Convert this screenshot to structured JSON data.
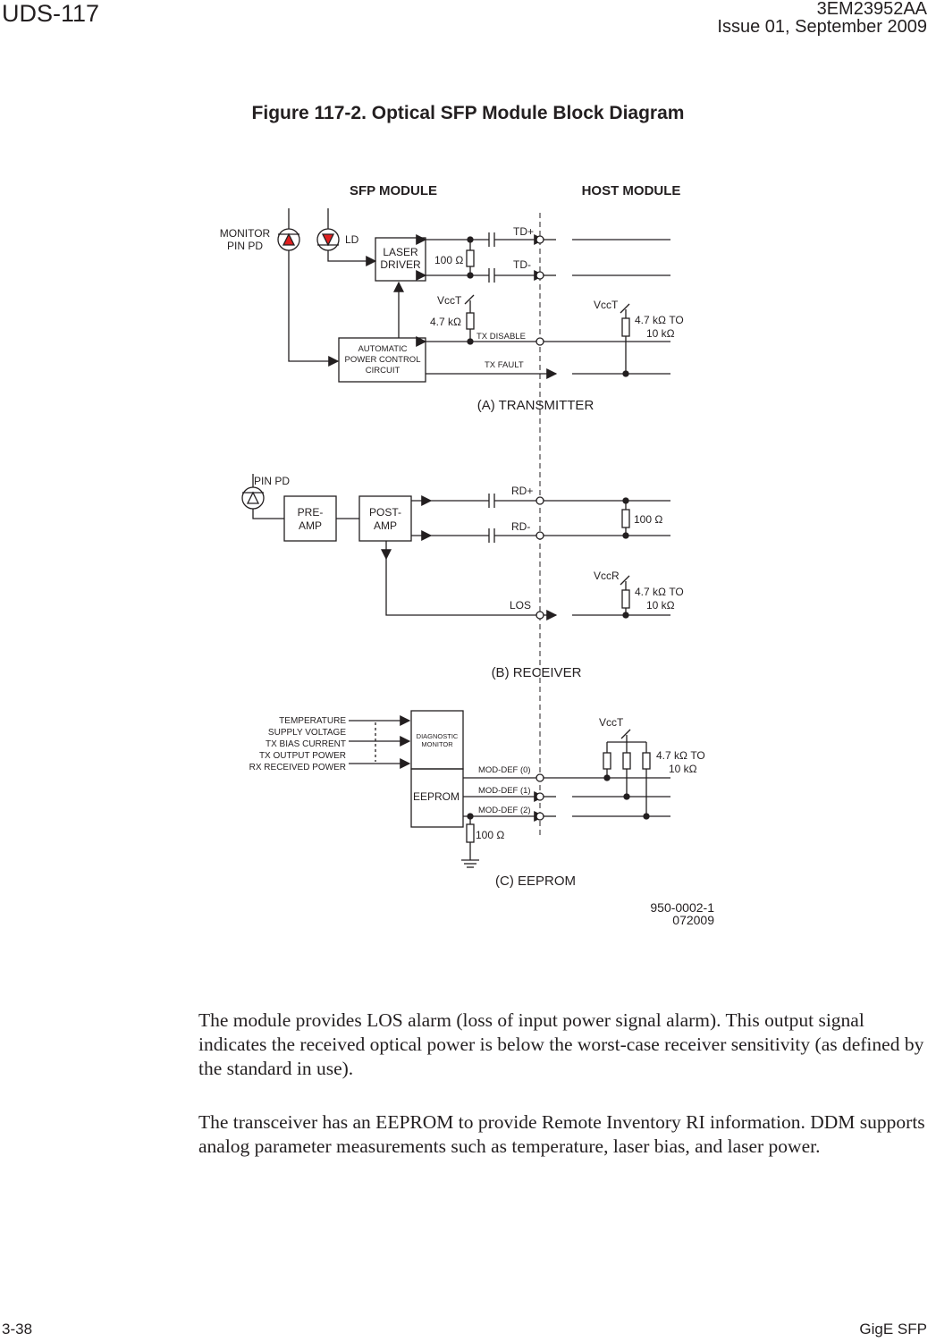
{
  "header": {
    "doc_code": "UDS-117",
    "part_number": "3EM23952AA",
    "issue": "Issue 01, September 2009"
  },
  "figure": {
    "title": "Figure 117-2. Optical SFP Module Block Diagram",
    "sfp_module_label": "SFP MODULE",
    "host_module_label": "HOST MODULE",
    "transmitter": {
      "caption": "(A) TRANSMITTER",
      "monitor_pd_line1": "MONITOR",
      "monitor_pd_line2": "PIN PD",
      "ld_label": "LD",
      "laser_driver_line1": "LASER",
      "laser_driver_line2": "DRIVER",
      "apc_line1": "AUTOMATIC",
      "apc_line2": "POWER CONTROL",
      "apc_line3": "CIRCUIT",
      "td_plus": "TD+",
      "td_minus": "TD-",
      "termination": "100 Ω",
      "vcct_left": "VccT",
      "pullup_left": "4.7 kΩ",
      "tx_disable": "TX DISABLE",
      "tx_fault": "TX FAULT",
      "vcct_right": "VccT",
      "pullup_right_line1": "4.7 kΩ TO",
      "pullup_right_line2": "10 kΩ"
    },
    "receiver": {
      "caption": "(B) RECEIVER",
      "pin_pd": "PIN PD",
      "preamp_line1": "PRE-",
      "preamp_line2": "AMP",
      "postamp_line1": "POST-",
      "postamp_line2": "AMP",
      "rd_plus": "RD+",
      "rd_minus": "RD-",
      "termination": "100 Ω",
      "vccr": "VccR",
      "pullup_line1": "4.7 kΩ TO",
      "pullup_line2": "10 kΩ",
      "los": "LOS"
    },
    "eeprom": {
      "caption": "(C) EEPROM",
      "inputs": [
        "TEMPERATURE",
        "SUPPLY VOLTAGE",
        "TX BIAS CURRENT",
        "TX OUTPUT POWER",
        "RX RECEIVED POWER"
      ],
      "diag_line1": "DIAGNOSTIC",
      "diag_line2": "MONITOR",
      "eeprom_label": "EEPROM",
      "mod_def_0": "MOD-DEF (0)",
      "mod_def_1": "MOD-DEF (1)",
      "mod_def_2": "MOD-DEF (2)",
      "ground_res": "100 Ω",
      "vcct": "VccT",
      "pullup_line1": "4.7 kΩ TO",
      "pullup_line2": "10 kΩ"
    },
    "ref_number": "950-0002-1",
    "ref_date": "072009"
  },
  "body": {
    "paragraph1": "The module provides LOS alarm (loss of input power signal alarm). This output signal indicates the received optical power is below the worst-case receiver sensitivity (as defined by the standard in use).",
    "paragraph2": "The transceiver has an EEPROM to provide Remote Inventory RI information. DDM supports analog parameter measurements such as temperature, laser bias, and laser power."
  },
  "footer": {
    "page_number": "3-38",
    "section": "GigE SFP"
  }
}
